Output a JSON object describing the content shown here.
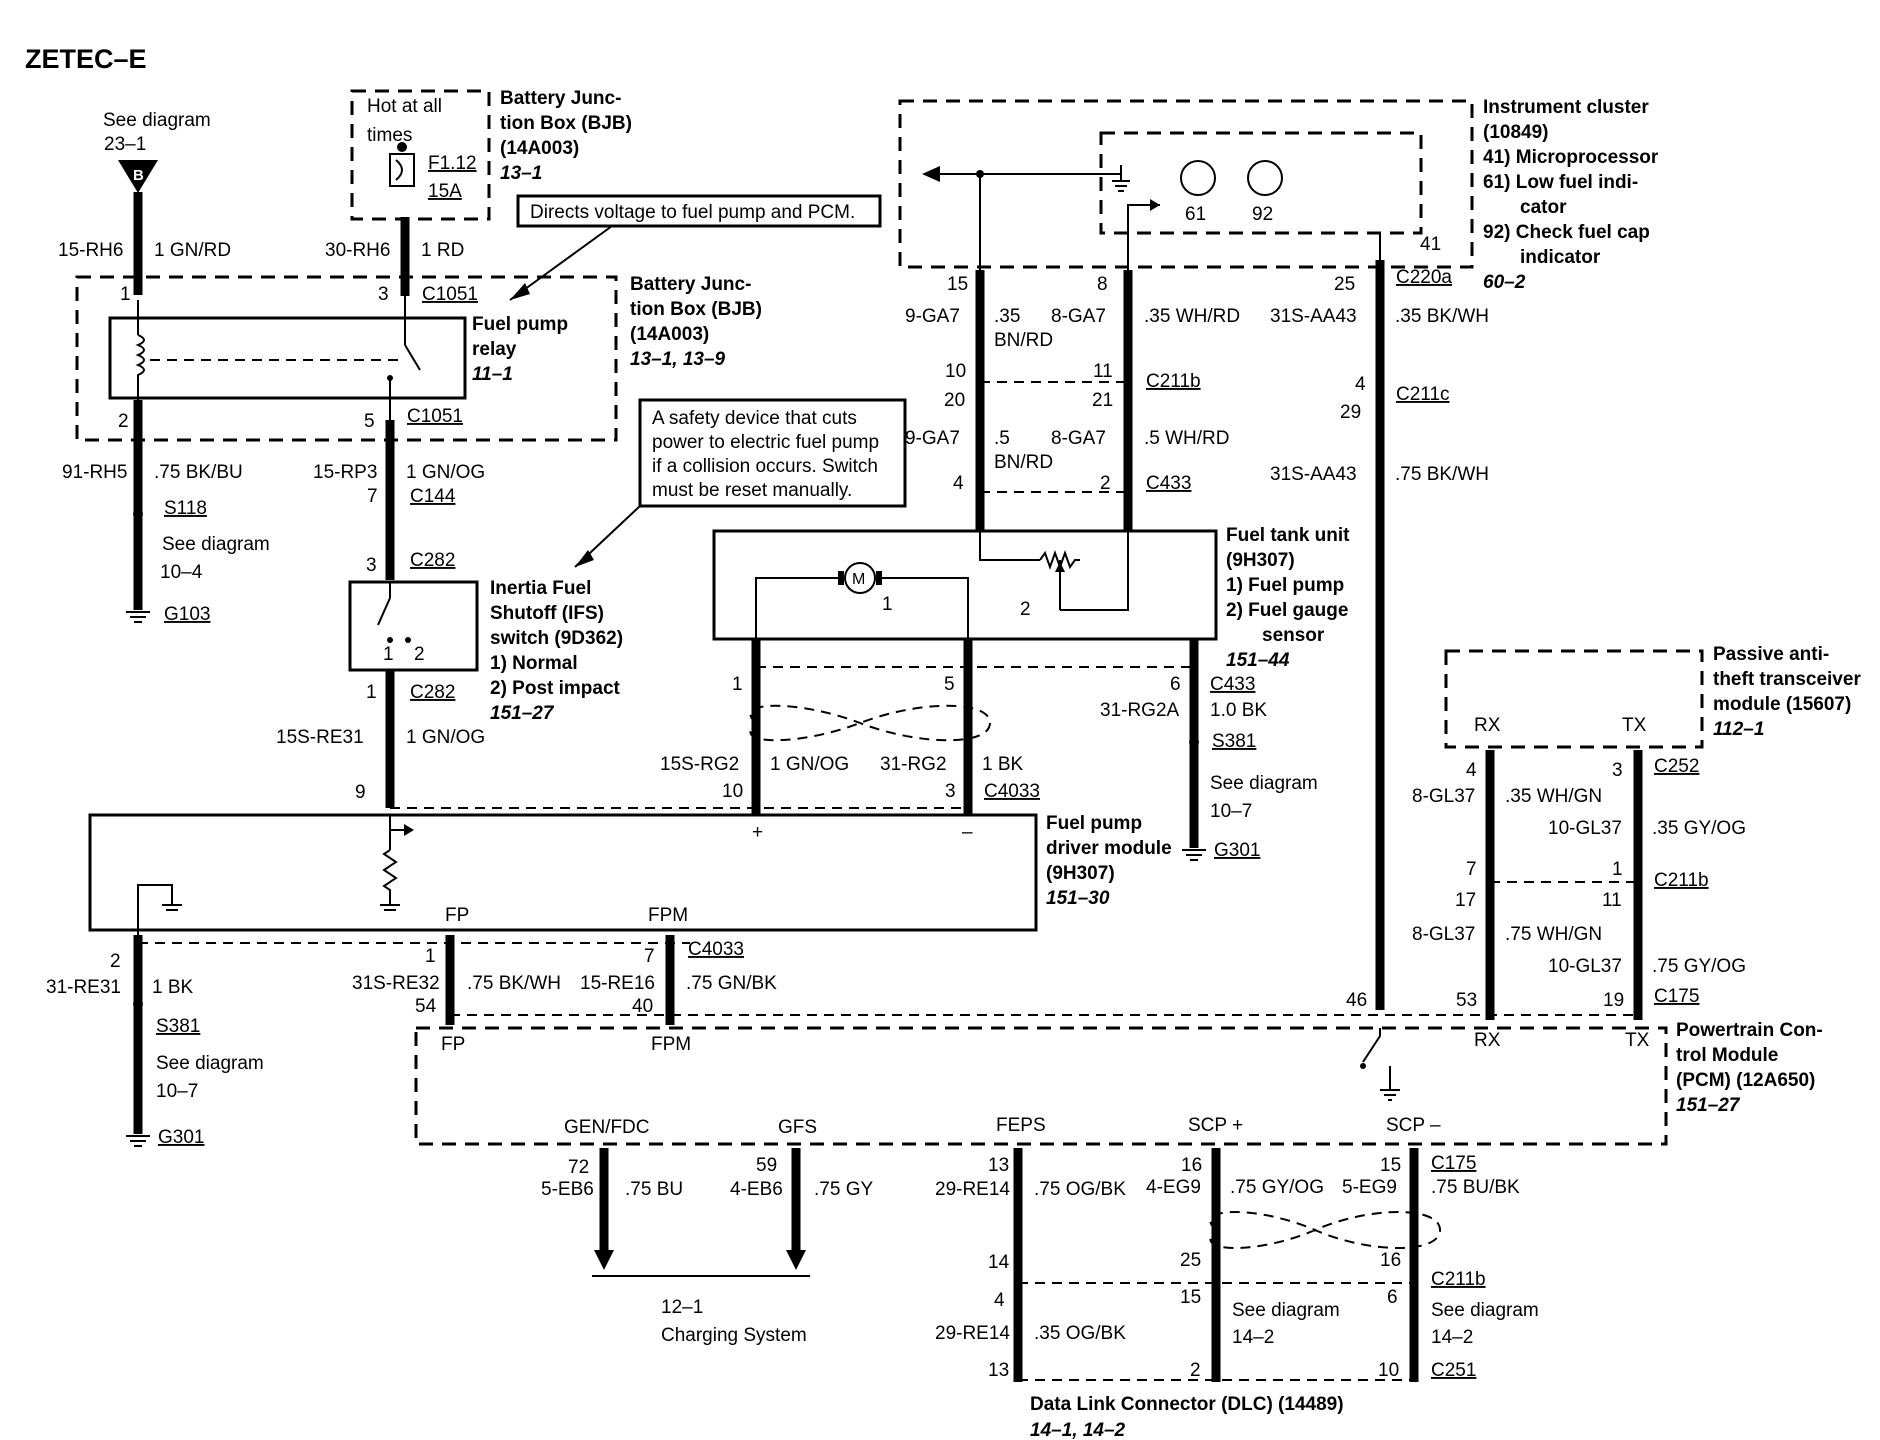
{
  "title": "ZETEC–E",
  "bjb_top": {
    "hot": "Hot at all",
    "times": "times",
    "fuse": "F1.12",
    "amps": "15A",
    "name1": "Battery Junc-",
    "name2": "tion Box (BJB)",
    "part": "(14A003)",
    "ref": "13–1"
  },
  "see_top": {
    "l1": "See diagram",
    "l2": "23–1",
    "conn": "B"
  },
  "note_relay": "Directs voltage to fuel pump and PCM.",
  "note_ifs": [
    "A safety device that cuts",
    "power to electric fuel pump",
    "if a collision occurs. Switch",
    "must be reset manually."
  ],
  "bjb_mid": {
    "l1": "Battery Junc-",
    "l2": "tion Box (BJB)",
    "l3": "(14A003)",
    "ref": "13–1, 13–9",
    "relay1": "Fuel pump",
    "relay2": "relay",
    "relay_ref": "11–1"
  },
  "cluster": {
    "l1": "Instrument cluster",
    "l2": "(10849)",
    "l3": "41) Microprocessor",
    "l4": "61) Low fuel indi-",
    "l5": "cator",
    "l6": "92) Check fuel cap",
    "l7": "indicator",
    "ref": "60–2",
    "p61": "61",
    "p92": "92",
    "p41": "41"
  },
  "circuits": {
    "c15rh6": "15-RH6",
    "w15rh6": "1 GN/RD",
    "c30rh6": "30-RH6",
    "w30rh6": "1 RD",
    "c91rh5": "91-RH5",
    "w91rh5": ".75 BK/BU",
    "c15rp3": "15-RP3",
    "w15rp3": "1 GN/OG",
    "c15sre31": "15S-RE31",
    "w15sre31": "1 GN/OG",
    "c9ga7a": "9-GA7",
    "w9ga7a1": ".35",
    "w9ga7a2": "BN/RD",
    "c8ga7a": "8-GA7",
    "w8ga7a": ".35 WH/RD",
    "c9ga7b": "9-GA7",
    "w9ga7b1": ".5",
    "w9ga7b2": "BN/RD",
    "c8ga7b": "8-GA7",
    "w8ga7b": ".5 WH/RD",
    "c31saa43a": "31S-AA43",
    "w31saa43a": ".35 BK/WH",
    "c31saa43b": "31S-AA43",
    "w31saa43b": ".75 BK/WH",
    "c15srg2": "15S-RG2",
    "w15srg2": "1 GN/OG",
    "c31rg2": "31-RG2",
    "w31rg2": "1 BK",
    "c31rg2a": "31-RG2A",
    "w31rg2a": "1.0 BK",
    "c8gl37a": "8-GL37",
    "w8gl37a": ".35 WH/GN",
    "c10gl37a": "10-GL37",
    "w10gl37a": ".35 GY/OG",
    "c8gl37b": "8-GL37",
    "w8gl37b": ".75 WH/GN",
    "c10gl37b": "10-GL37",
    "w10gl37b": ".75 GY/OG",
    "c31re31": "31-RE31",
    "w31re31": "1 BK",
    "c31sre32": "31S-RE32",
    "w31sre32": ".75 BK/WH",
    "c15re16": "15-RE16",
    "w15re16": ".75 GN/BK",
    "c5eb6": "5-EB6",
    "w5eb6": ".75 BU",
    "c4eb6": "4-EB6",
    "w4eb6": ".75 GY",
    "c29re14a": "29-RE14",
    "w29re14a": ".75 OG/BK",
    "c4eg9": "4-EG9",
    "w4eg9": ".75 GY/OG",
    "c5eg9": "5-EG9",
    "w5eg9": ".75 BU/BK",
    "c29re14b": "29-RE14",
    "w29re14b": ".35 OG/BK"
  },
  "connectors": {
    "c1051a": "C1051",
    "c1051b": "C1051",
    "c144": "C144",
    "c282a": "C282",
    "c282b": "C282",
    "s118": "S118",
    "g103": "G103",
    "c220a": "C220a",
    "c211b_a": "C211b",
    "c211c": "C211c",
    "c433a": "C433",
    "c433b": "C433",
    "c4033a": "C4033",
    "c4033b": "C4033",
    "s381a": "S381",
    "g301a": "G301",
    "c252": "C252",
    "c211b_b": "C211b",
    "c175a": "C175",
    "s381b": "S381",
    "g301b": "G301",
    "c175b": "C175",
    "c211b_c": "C211b",
    "c251": "C251"
  },
  "pins": {
    "p1": "1",
    "p3": "3",
    "p2": "2",
    "p5": "5",
    "p7": "7",
    "p3b": "3",
    "p1b": "1",
    "p9": "9",
    "p15": "15",
    "p8": "8",
    "p25": "25",
    "p10": "10",
    "p11": "11",
    "p20": "20",
    "p21": "21",
    "p4": "4",
    "p29": "29",
    "p4b": "4",
    "p2b": "2",
    "ftu1": "1",
    "ftu2": "2",
    "ftu_l": "1",
    "ftu_r": "5",
    "ftu6": "6",
    "fdm10": "10",
    "fdm3": "3",
    "plus": "+",
    "minus": "–",
    "fdm2": "2",
    "fdm1": "1",
    "fdm7": "7",
    "pcm54": "54",
    "pcm40": "40",
    "pcm46": "46",
    "pcm53": "53",
    "pcm19": "19",
    "pat4": "4",
    "pat3": "3",
    "c2117": "7",
    "c2111": "1",
    "c21117": "17",
    "c21111": "11",
    "pcm72": "72",
    "pcm59": "59",
    "pcm13": "13",
    "pcm16": "16",
    "pcm15": "15",
    "d14": "14",
    "d25": "25",
    "d16": "16",
    "d4": "4",
    "d15": "15",
    "d6": "6",
    "d13": "13",
    "d2": "2",
    "d10": "10",
    "ifs1": "1",
    "ifs2": "2"
  },
  "see_diagrams": {
    "s104_1": "See diagram",
    "s104_2": "10–4",
    "s107a_1": "See diagram",
    "s107a_2": "10–7",
    "s107b_1": "See diagram",
    "s107b_2": "10–7",
    "s142a_1": "See diagram",
    "s142a_2": "14–2",
    "s142b_1": "See diagram",
    "s142b_2": "14–2"
  },
  "ifs": {
    "l1": "Inertia Fuel",
    "l2": "Shutoff (IFS)",
    "l3": "switch (9D362)",
    "l4": "1)    Normal",
    "l5": "2)    Post impact",
    "ref": "151–27"
  },
  "ftu": {
    "l1": "Fuel tank unit",
    "l2": "(9H307)",
    "l3": "1)    Fuel pump",
    "l4": "2)    Fuel gauge",
    "l5": "sensor",
    "ref": "151–44",
    "motor": "M"
  },
  "fdm": {
    "l1": "Fuel pump",
    "l2": "driver module",
    "l3": "(9H307)",
    "ref": "151–30",
    "fp": "FP",
    "fpm": "FPM"
  },
  "pats": {
    "l1": "Passive anti-",
    "l2": "theft transceiver",
    "l3": "module (15607)",
    "ref": "112–1",
    "rx": "RX",
    "tx": "TX"
  },
  "pcm": {
    "l1": "Powertrain Con-",
    "l2": "trol Module",
    "l3": "(PCM) (12A650)",
    "ref": "151–27",
    "fp": "FP",
    "fpm": "FPM",
    "rx": "RX",
    "tx": "TX",
    "genfdc": "GEN/FDC",
    "gfs": "GFS",
    "feps": "FEPS",
    "scpp": "SCP +",
    "scpm": "SCP –"
  },
  "charging": {
    "l1": "12–1",
    "l2": "Charging System"
  },
  "dlc": {
    "l1": "Data Link Connector (DLC) (14489)",
    "ref": "14–1, 14–2"
  }
}
